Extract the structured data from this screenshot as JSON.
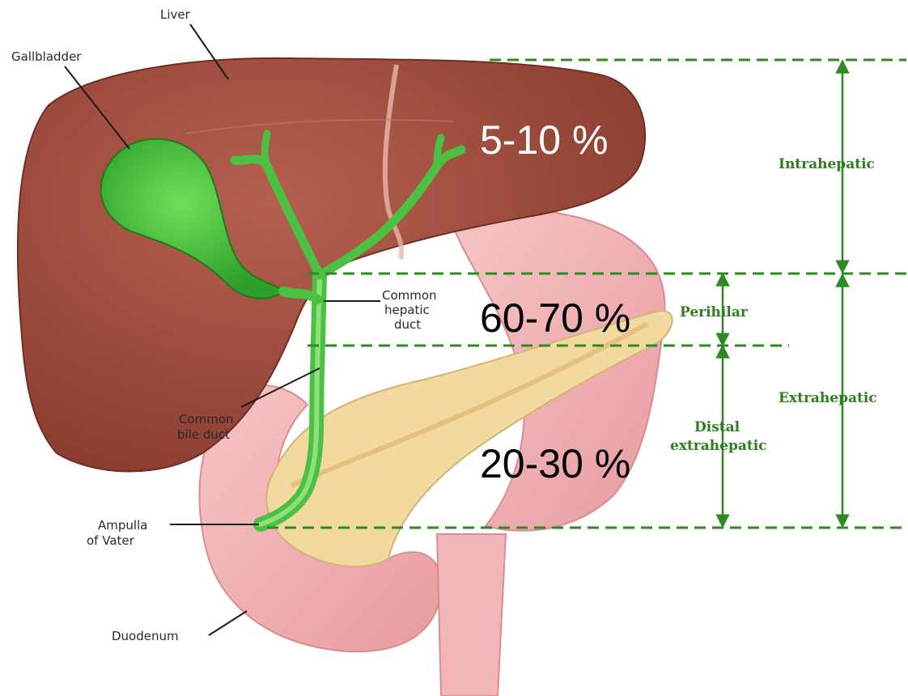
{
  "labels": {
    "liver": "Liver",
    "gallbladder": "Gallbladder",
    "common_hepatic_duct": [
      "Common",
      "hepatic",
      "duct"
    ],
    "common_bile_duct": [
      "Common",
      "bile duct"
    ],
    "ampulla": [
      "Ampulla",
      "of Vater"
    ],
    "duodenum": "Duodenum"
  },
  "regions": {
    "intrahepatic": "Intrahepatic",
    "perihilar": "Perihilar",
    "extrahepatic": "Extrahepatic",
    "distal": [
      "Distal",
      "extrahepatic"
    ]
  },
  "percentages": {
    "intrahepatic": "5-10 %",
    "perihilar": "60-70 %",
    "distal": "20-30 %"
  },
  "colors": {
    "liver": "#9c4a3c",
    "gallbladder": "#3fbf3a",
    "pancreas": "#f2d9a0",
    "duodenum": "#f3b6b8",
    "guide_green": "#2e8b22"
  }
}
